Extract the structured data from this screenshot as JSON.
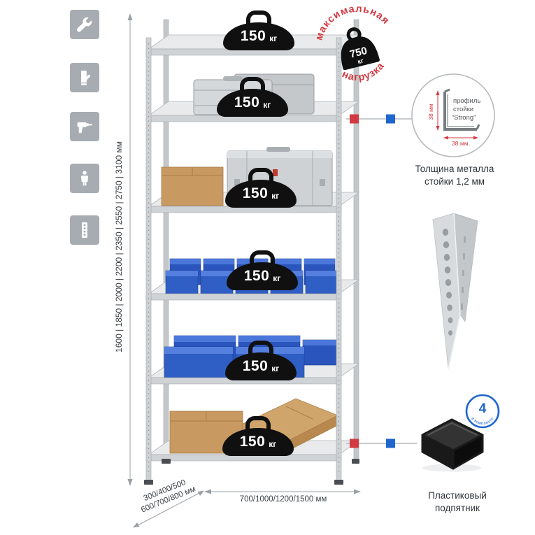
{
  "icons": {
    "tool_labels": [
      "wrench",
      "work-gloves",
      "drill",
      "person",
      "perforated-post"
    ]
  },
  "dimensions": {
    "height_label": "1600 | 1850 | 2000 | 2200 | 2350 | 2550 | 2750 | 3100 мм",
    "depth_line1": "300/400/500",
    "depth_line2": "600/700/800 мм",
    "width_label": "700/1000/1200/1500 мм"
  },
  "stamp": {
    "arc_top": "максимальная",
    "arc_bottom": "нагрузка",
    "weight_value": "750",
    "weight_unit": "кг"
  },
  "shelf_load": {
    "value": "150",
    "unit": "кг"
  },
  "profile_detail": {
    "dim_vertical": "38 мм",
    "dim_horizontal": "38 мм.",
    "label_line1": "профиль",
    "label_line2": "стойки",
    "label_line3": "“Strong”",
    "caption_line1": "Толщина металла",
    "caption_line2": "стойки 1,2 мм"
  },
  "foot_detail": {
    "badge_value": "4",
    "badge_arc": "в комплекте",
    "caption_line1": "Пластиковый",
    "caption_line2": "подпятник"
  },
  "colors": {
    "accent_red": "#d23a41",
    "accent_blue": "#1f66cf",
    "bin_blue": "#2a55bd",
    "metal": "#cdd1d4",
    "cardboard": "#c89a62",
    "icon_bg": "#a6acb2"
  }
}
